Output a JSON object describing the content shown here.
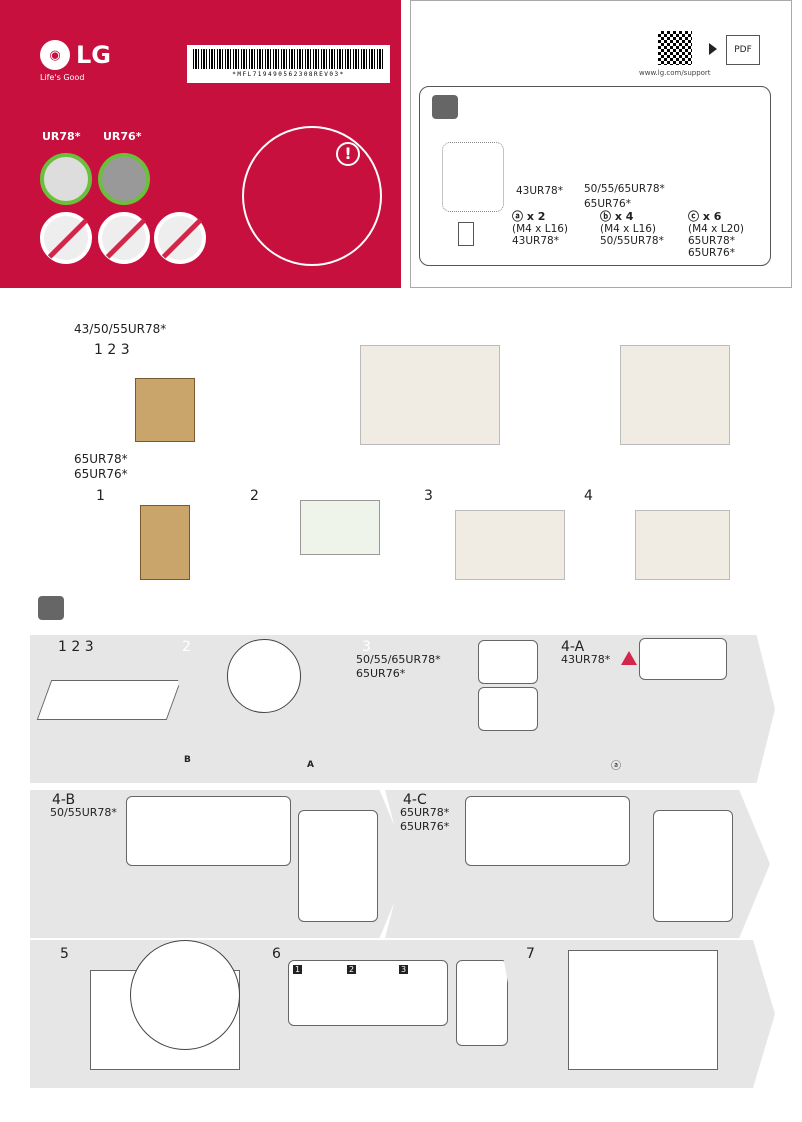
{
  "header": {
    "brand": "LG",
    "tagline": "Life's Good",
    "barcode": "*MFL719490562308REV03*",
    "models": [
      "UR78*",
      "UR76*"
    ]
  },
  "support": {
    "url": "www.lg.com/support",
    "pdf_label": "PDF"
  },
  "parts": {
    "stand_43": "43UR78*",
    "stand_other": [
      "50/55/65UR78*",
      "65UR76*"
    ],
    "screw_a": {
      "qty": "x 2",
      "spec": "(M4 x L16)",
      "model": "43UR78*",
      "letter": "a"
    },
    "screw_b": {
      "qty": "x 4",
      "spec": "(M4 x L16)",
      "model": "50/55UR78*",
      "letter": "b"
    },
    "screw_c": {
      "qty": "x 6",
      "spec": "(M4 x L20)",
      "models": [
        "65UR78*",
        "65UR76*"
      ],
      "letter": "c"
    }
  },
  "unpack": {
    "group1": "43/50/55UR78*",
    "group1_steps": "1 2 3",
    "group2": [
      "65UR78*",
      "65UR76*"
    ],
    "group2_steps": [
      "1",
      "2",
      "3",
      "4"
    ]
  },
  "install": {
    "s123": "1 2 3",
    "s2": "2",
    "s3": "3",
    "s3_models": [
      "50/55/65UR78*",
      "65UR76*"
    ],
    "s4a": "4-A",
    "s4a_model": "43UR78*",
    "s4b": "4-B",
    "s4b_model": "50/55UR78*",
    "s4c": "4-C",
    "s4c_models": [
      "65UR78*",
      "65UR76*"
    ],
    "labelA": "A",
    "labelB": "B",
    "s5": "5",
    "s6": "6",
    "s7": "7",
    "s6_sub": [
      "1",
      "2",
      "3"
    ]
  },
  "colors": {
    "brand_red": "#c8103e",
    "ok_green": "#6cbf3c",
    "no_red": "#d3264a"
  }
}
